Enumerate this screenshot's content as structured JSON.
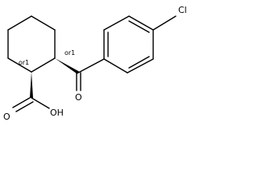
{
  "structure": {
    "substituent_atom": "Cl",
    "ketone_oxygen": "O",
    "acid_group": "OH",
    "acid_oxygen": "O",
    "stereo_label_1": "or1",
    "stereo_label_2": "or1"
  },
  "colors": {
    "ink": "#000000",
    "background": "#ffffff"
  }
}
